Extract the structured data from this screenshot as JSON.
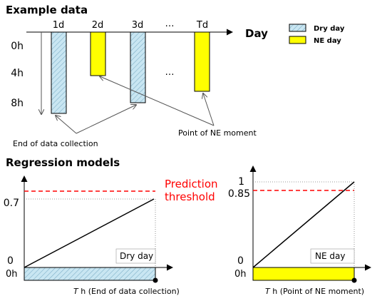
{
  "example_section": {
    "title": "Example data",
    "axis_label": "Day",
    "days": [
      "1d",
      "2d",
      "3d",
      "…",
      "Td"
    ],
    "hours": [
      "0h",
      "4h",
      "8h"
    ],
    "ellipsis_mid": "…",
    "legend": {
      "dry_label": "Dry day",
      "ne_label": "NE day"
    },
    "bars": [
      {
        "day": "1d",
        "type": "dry",
        "end_hour": 8.8
      },
      {
        "day": "2d",
        "type": "ne",
        "end_hour": 4.5
      },
      {
        "day": "3d",
        "type": "dry",
        "end_hour": 8.0
      },
      {
        "day": "Td",
        "type": "ne",
        "end_hour": 6.6
      }
    ],
    "annotation_end": "End of data collection",
    "annotation_ne": "Point of NE moment"
  },
  "regression_section": {
    "title": "Regression models",
    "threshold_label_line1": "Prediction",
    "threshold_label_line2": "threshold",
    "left": {
      "y_value": "0.7",
      "y_zero": "0",
      "hour_label": "0h",
      "box_label": "Dry day",
      "x_label_T": "T",
      "x_label_rest": " h (End of data collection)"
    },
    "right": {
      "y_top": "1",
      "y_value": "0.85",
      "y_zero": "0",
      "hour_label": "0h",
      "box_label": "NE day",
      "x_label_T": "T",
      "x_label_rest": " h (Point of NE moment)"
    }
  },
  "colors": {
    "dry_fill": "#c5e3ef",
    "ne_fill": "#ffff00",
    "threshold": "#ff0000"
  }
}
